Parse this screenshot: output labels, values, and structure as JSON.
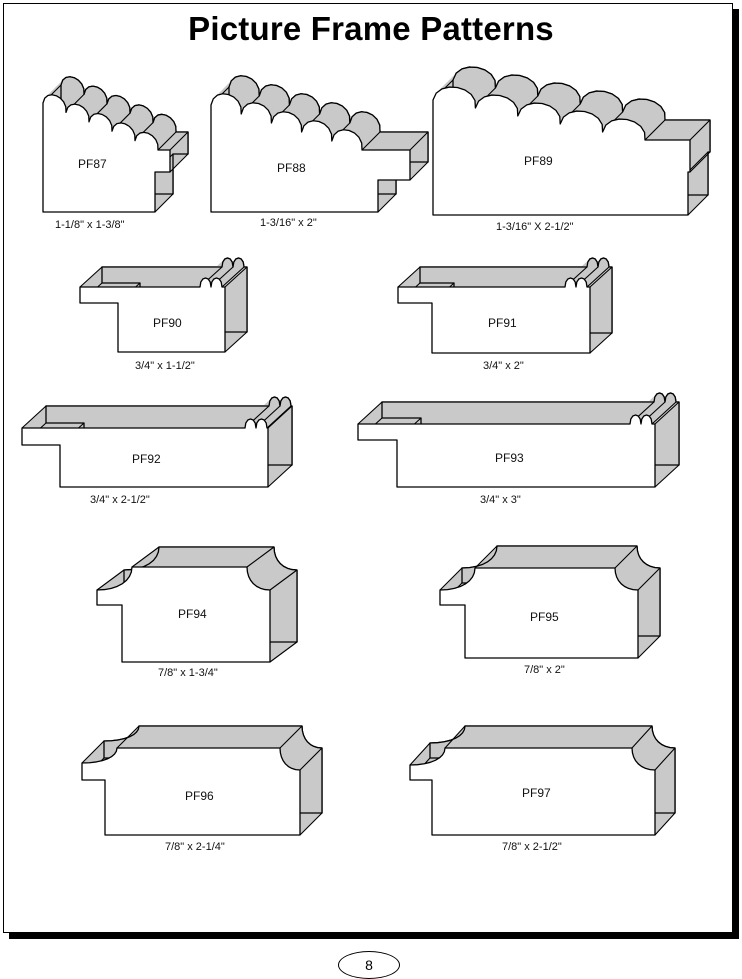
{
  "title": "Picture Frame Patterns",
  "patterns": [
    {
      "code": "PF87",
      "size": "1-1/8\" x 1-3/8\""
    },
    {
      "code": "PF88",
      "size": "1-3/16\" x 2\""
    },
    {
      "code": "PF89",
      "size": "1-3/16\" X 2-1/2\""
    },
    {
      "code": "PF90",
      "size": "3/4\" x 1-1/2\""
    },
    {
      "code": "PF91",
      "size": "3/4\" x 2\""
    },
    {
      "code": "PF92",
      "size": "3/4\" x 2-1/2\""
    },
    {
      "code": "PF93",
      "size": "3/4\" x 3\""
    },
    {
      "code": "PF94",
      "size": "7/8\" x 1-3/4\""
    },
    {
      "code": "PF95",
      "size": "7/8\" x 2\""
    },
    {
      "code": "PF96",
      "size": "7/8\" x 2-1/4\""
    },
    {
      "code": "PF97",
      "size": "7/8\" x 2-1/2\""
    }
  ],
  "page_number": "8"
}
